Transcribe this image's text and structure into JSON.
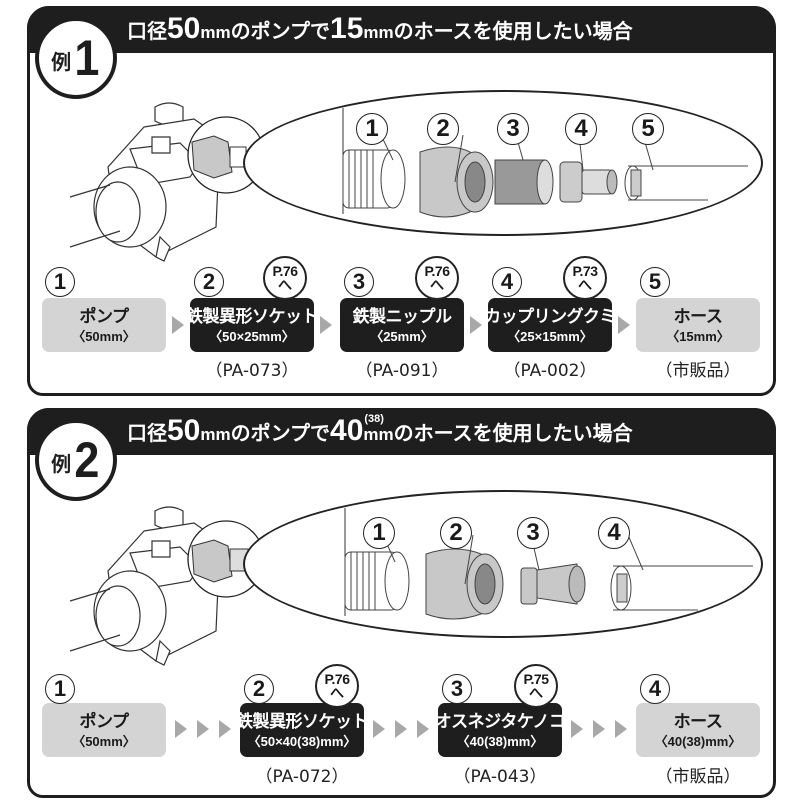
{
  "examples": [
    {
      "badge": {
        "kanji": "例",
        "number": "1"
      },
      "title": {
        "prefix": "口径",
        "pump_size": "50",
        "pump_unit": "mm",
        "middle": "のポンプで",
        "hose_size": "15",
        "hose_unit": "mm",
        "hose_sup": "",
        "suffix": "のホースを使用したい場合"
      },
      "parts_diagram": [
        "1",
        "2",
        "3",
        "4",
        "5"
      ],
      "steps": [
        {
          "num": "1",
          "name": "ポンプ",
          "size": "〈50mm〉",
          "style": "gray",
          "code": "",
          "page_ref": ""
        },
        {
          "num": "2",
          "name": "鉄製異形ソケット",
          "size": "〈50×25mm〉",
          "style": "black",
          "code": "（PA-073）",
          "page_ref": "P.76"
        },
        {
          "num": "3",
          "name": "鉄製ニップル",
          "size": "〈25mm〉",
          "style": "black",
          "code": "（PA-091）",
          "page_ref": "P.76"
        },
        {
          "num": "4",
          "name": "カップリングクミ",
          "size": "〈25×15mm〉",
          "style": "black",
          "code": "（PA-002）",
          "page_ref": "P.73"
        },
        {
          "num": "5",
          "name": "ホース",
          "size": "〈15mm〉",
          "style": "gray",
          "code": "（市販品）",
          "page_ref": ""
        }
      ]
    },
    {
      "badge": {
        "kanji": "例",
        "number": "2"
      },
      "title": {
        "prefix": "口径",
        "pump_size": "50",
        "pump_unit": "mm",
        "middle": "のポンプで",
        "hose_size": "40",
        "hose_unit": "mm",
        "hose_sup": "(38)",
        "suffix": "のホースを使用したい場合"
      },
      "parts_diagram": [
        "1",
        "2",
        "3",
        "4"
      ],
      "steps": [
        {
          "num": "1",
          "name": "ポンプ",
          "size": "〈50mm〉",
          "style": "gray",
          "code": "",
          "page_ref": ""
        },
        {
          "num": "2",
          "name": "鉄製異形ソケット",
          "size": "〈50×40(38)mm〉",
          "style": "black",
          "code": "（PA-072）",
          "page_ref": "P.76"
        },
        {
          "num": "3",
          "name": "オスネジタケノコ",
          "size": "〈40(38)mm〉",
          "style": "black",
          "code": "（PA-043）",
          "page_ref": "P.75"
        },
        {
          "num": "4",
          "name": "ホース",
          "size": "〈40(38)mm〉",
          "style": "gray",
          "code": "（市販品）",
          "page_ref": ""
        }
      ]
    }
  ],
  "page_ref_suffix": "へ",
  "colors": {
    "header": "#1e1e1e",
    "gray_box": "#d4d4d4",
    "arrow": "#a8a8a8",
    "fitting_gray": "#c8c8c8"
  }
}
